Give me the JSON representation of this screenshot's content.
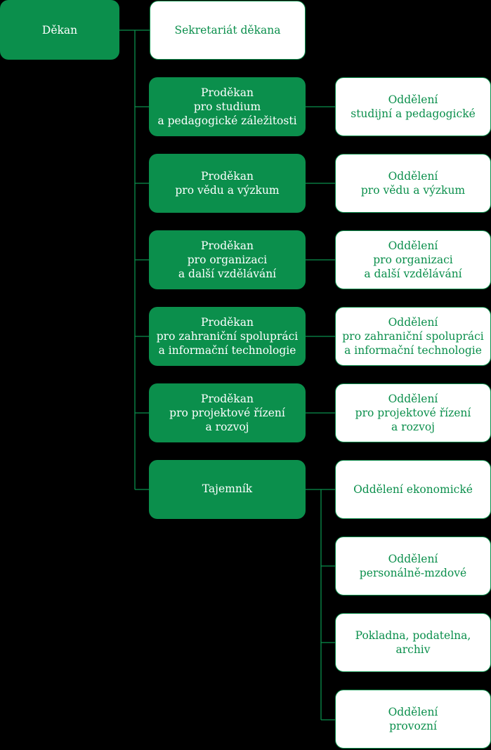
{
  "colors": {
    "accent": "#0b8f4c",
    "background": "#000000",
    "box_white": "#ffffff"
  },
  "dean": "Děkan",
  "secretariat": "Sekretariát děkana",
  "vice_deans": [
    {
      "title": "Proděkan\npro studium\na pedagogické záležitosti",
      "office": "Oddělení\nstudijní a pedagogické"
    },
    {
      "title": "Proděkan\npro vědu a výzkum",
      "office": "Oddělení\npro vědu a výzkum"
    },
    {
      "title": "Proděkan\npro organizaci\na další vzdělávání",
      "office": "Oddělení\npro organizaci\na další vzdělávání"
    },
    {
      "title": "Proděkan\npro zahraniční spolupráci\na informační technologie",
      "office": "Oddělení\npro zahraniční spolupráci\na informační technologie"
    },
    {
      "title": "Proděkan\npro projektové řízení\na rozvoj",
      "office": "Oddělení\npro projektové řízení\na rozvoj"
    }
  ],
  "secretary": {
    "title": "Tajemník",
    "offices": [
      "Oddělení ekonomické",
      "Oddělení\npersonálně-mzdové",
      "Pokladna, podatelna,\narchiv",
      "Oddělení\nprovozní"
    ]
  }
}
